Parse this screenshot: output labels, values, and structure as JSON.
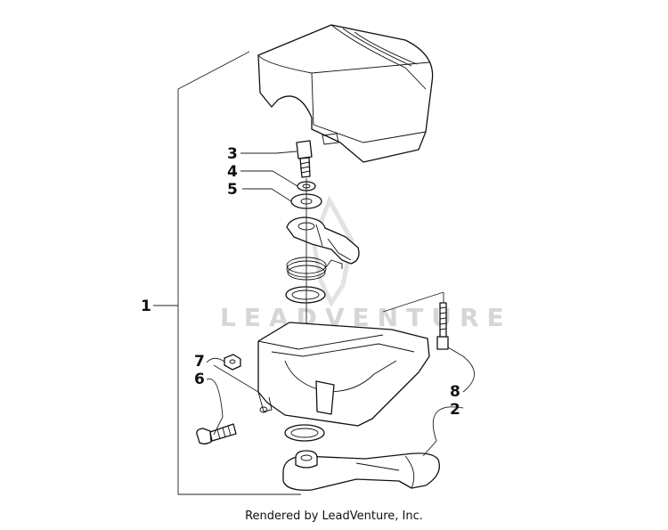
{
  "callouts": {
    "c1": "1",
    "c2": "2",
    "c3": "3",
    "c4": "4",
    "c5": "5",
    "c6": "6",
    "c7": "7",
    "c8": "8"
  },
  "watermark": "LEADVENTURE",
  "footer": "Rendered by LeadVenture, Inc."
}
